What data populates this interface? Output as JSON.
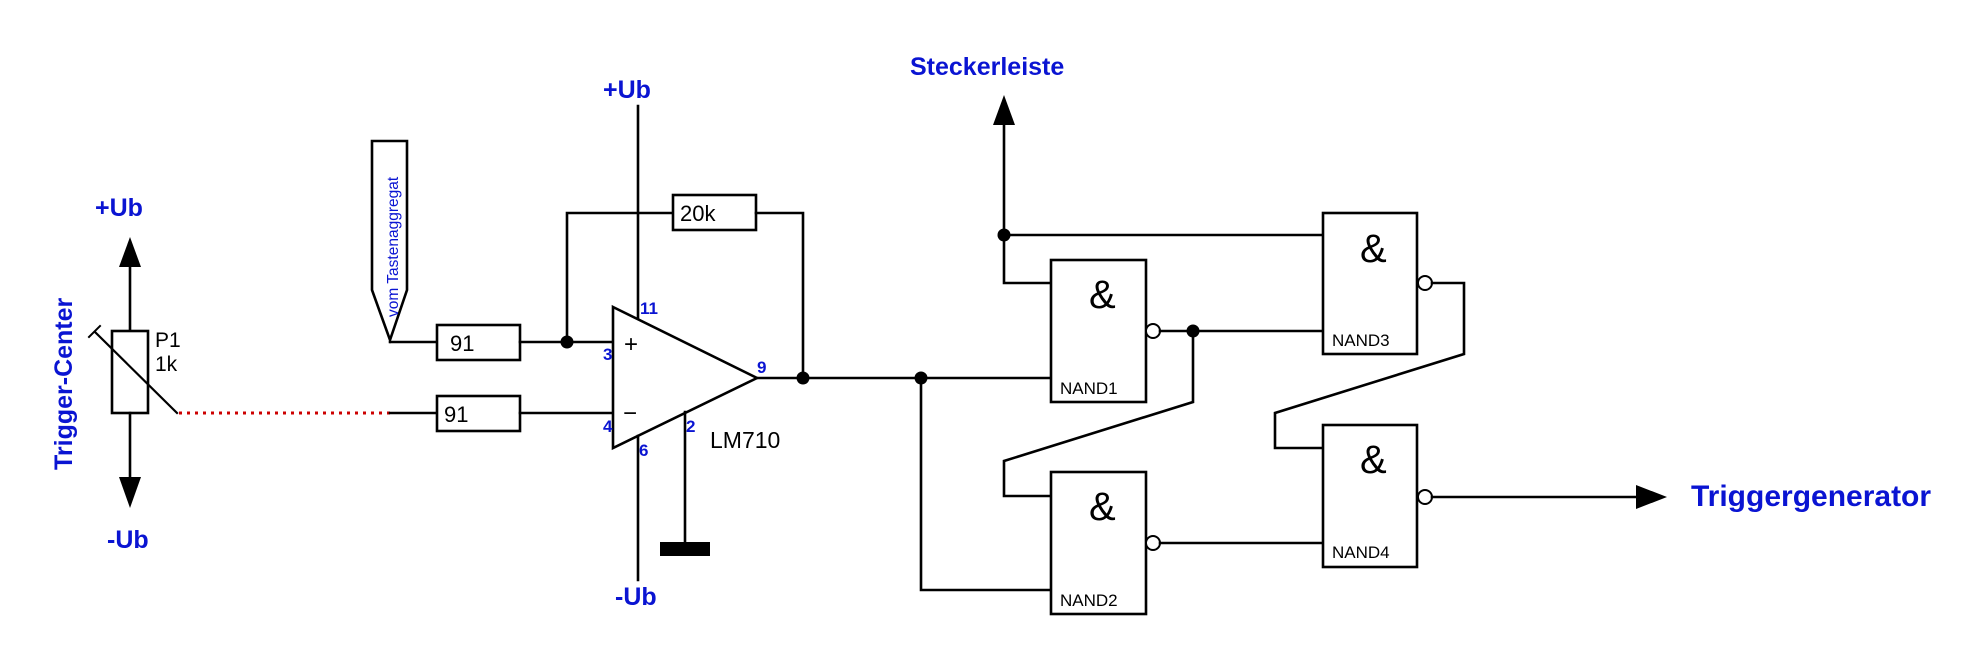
{
  "diagram": {
    "type": "electronic-schematic",
    "colors": {
      "label_blue": "#0a14d2",
      "wire": "#000000",
      "dotted_link": "#cc0000"
    }
  },
  "potentiometer": {
    "name": "P1",
    "value": "1k",
    "label": "Trigger-Center",
    "supply_top": "+Ub",
    "supply_bottom": "-Ub"
  },
  "input_flag": {
    "label": "vom Tastenaggregat"
  },
  "resistors": {
    "r_plus": "91",
    "r_minus": "91",
    "r_feedback": "20k"
  },
  "opamp": {
    "part": "LM710",
    "supply_top": "+Ub",
    "supply_bottom": "-Ub",
    "plus_sign": "+",
    "minus_sign": "−",
    "pins": {
      "vplus": "11",
      "in_plus": "3",
      "in_minus": "4",
      "vminus": "6",
      "gnd": "2",
      "out": "9"
    }
  },
  "gates": [
    {
      "name": "NAND1",
      "symbol": "&"
    },
    {
      "name": "NAND2",
      "symbol": "&"
    },
    {
      "name": "NAND3",
      "symbol": "&"
    },
    {
      "name": "NAND4",
      "symbol": "&"
    }
  ],
  "outputs": {
    "top": "Steckerleiste",
    "right": "Triggergenerator"
  }
}
